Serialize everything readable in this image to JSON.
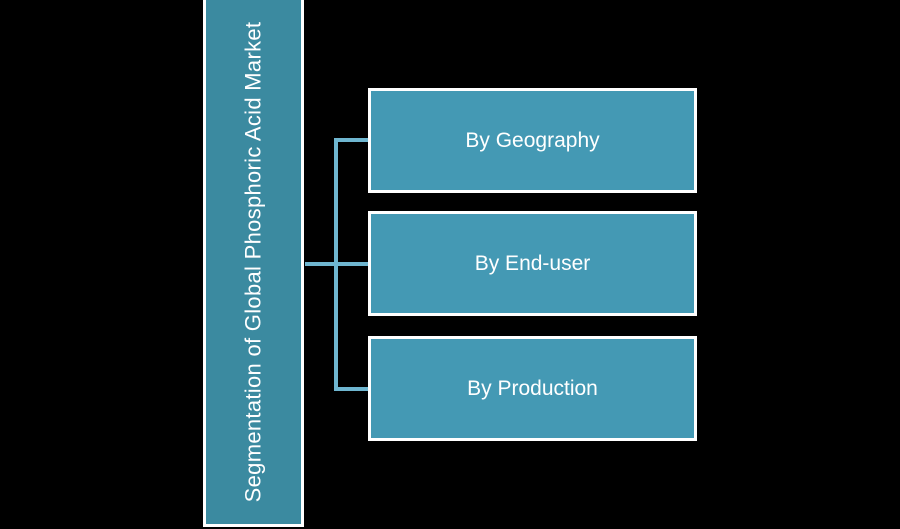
{
  "diagram": {
    "title": "Segmentation of Global Phosphoric Acid Market",
    "root": {
      "label": "Segmentation of Global Phosphoric Acid Market"
    },
    "children": [
      {
        "label": "By Geography"
      },
      {
        "label": "By End-user"
      },
      {
        "label": "By Production"
      }
    ]
  },
  "colors": {
    "background": "#000000",
    "root_fill": "#3b8aa0",
    "node_fill": "#4499b4",
    "node_border": "#ffffff",
    "connector": "#6fb6d0",
    "text": "#ffffff"
  }
}
